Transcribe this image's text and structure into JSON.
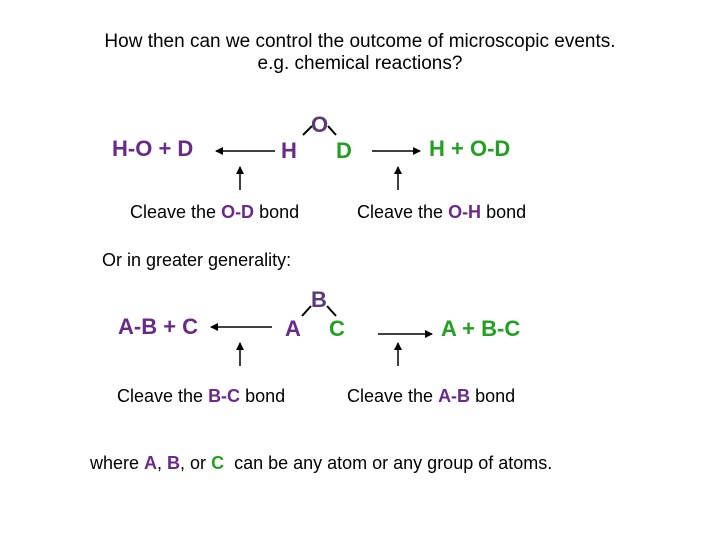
{
  "title": {
    "line1": "How then can we control the outcome of microscopic events.",
    "line2": "e.g. chemical reactions?"
  },
  "reaction1": {
    "left_product": "H-O + D",
    "center_left": "H",
    "center_top": "O",
    "center_right": "D",
    "right_product": "H + O-D",
    "caption_left": {
      "prefix": "Cleave the ",
      "bond": "O-D",
      "suffix": " bond"
    },
    "caption_right": {
      "prefix": "Cleave the ",
      "bond": "O-H",
      "suffix": " bond"
    }
  },
  "generality": "Or in greater generality:",
  "reaction2": {
    "left_product": "A-B + C",
    "center_left": "A",
    "center_top": "B",
    "center_right": "C",
    "right_product": "A + B-C",
    "caption_left": {
      "prefix": "Cleave the ",
      "bond": "B-C",
      "suffix": " bond"
    },
    "caption_right": {
      "prefix": "Cleave the ",
      "bond": "A-B",
      "suffix": " bond"
    }
  },
  "footer": {
    "p1": "where ",
    "a": "A",
    "p2": ", ",
    "b": "B",
    "p3": ", or ",
    "c": "C",
    "p4": "  can be any atom or any group of atoms."
  },
  "colors": {
    "purple": "#6a2a8a",
    "green": "#22a022"
  }
}
